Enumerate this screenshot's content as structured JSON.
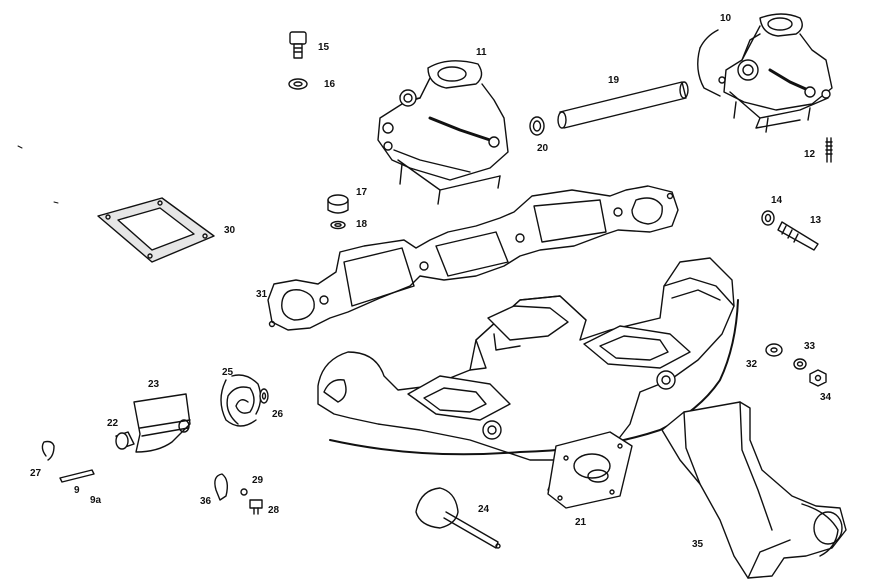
{
  "colors": {
    "ink": "#111111",
    "paper": "#ffffff",
    "fill": "#ffffff",
    "gasket_fill": "#e6e6e6"
  },
  "callouts": {
    "n9": "9",
    "n9a": "9a",
    "n10": "10",
    "n11": "11",
    "n12": "12",
    "n13": "13",
    "n14": "14",
    "n15": "15",
    "n16": "16",
    "n17": "17",
    "n18": "18",
    "n19": "19",
    "n20": "20",
    "n21": "21",
    "n22": "22",
    "n23": "23",
    "n24": "24",
    "n25": "25",
    "n26": "26",
    "n27": "27",
    "n28": "28",
    "n29": "29",
    "n30": "30",
    "n31": "31",
    "n32": "32",
    "n33": "33",
    "n34": "34",
    "n35": "35",
    "n36": "36"
  }
}
